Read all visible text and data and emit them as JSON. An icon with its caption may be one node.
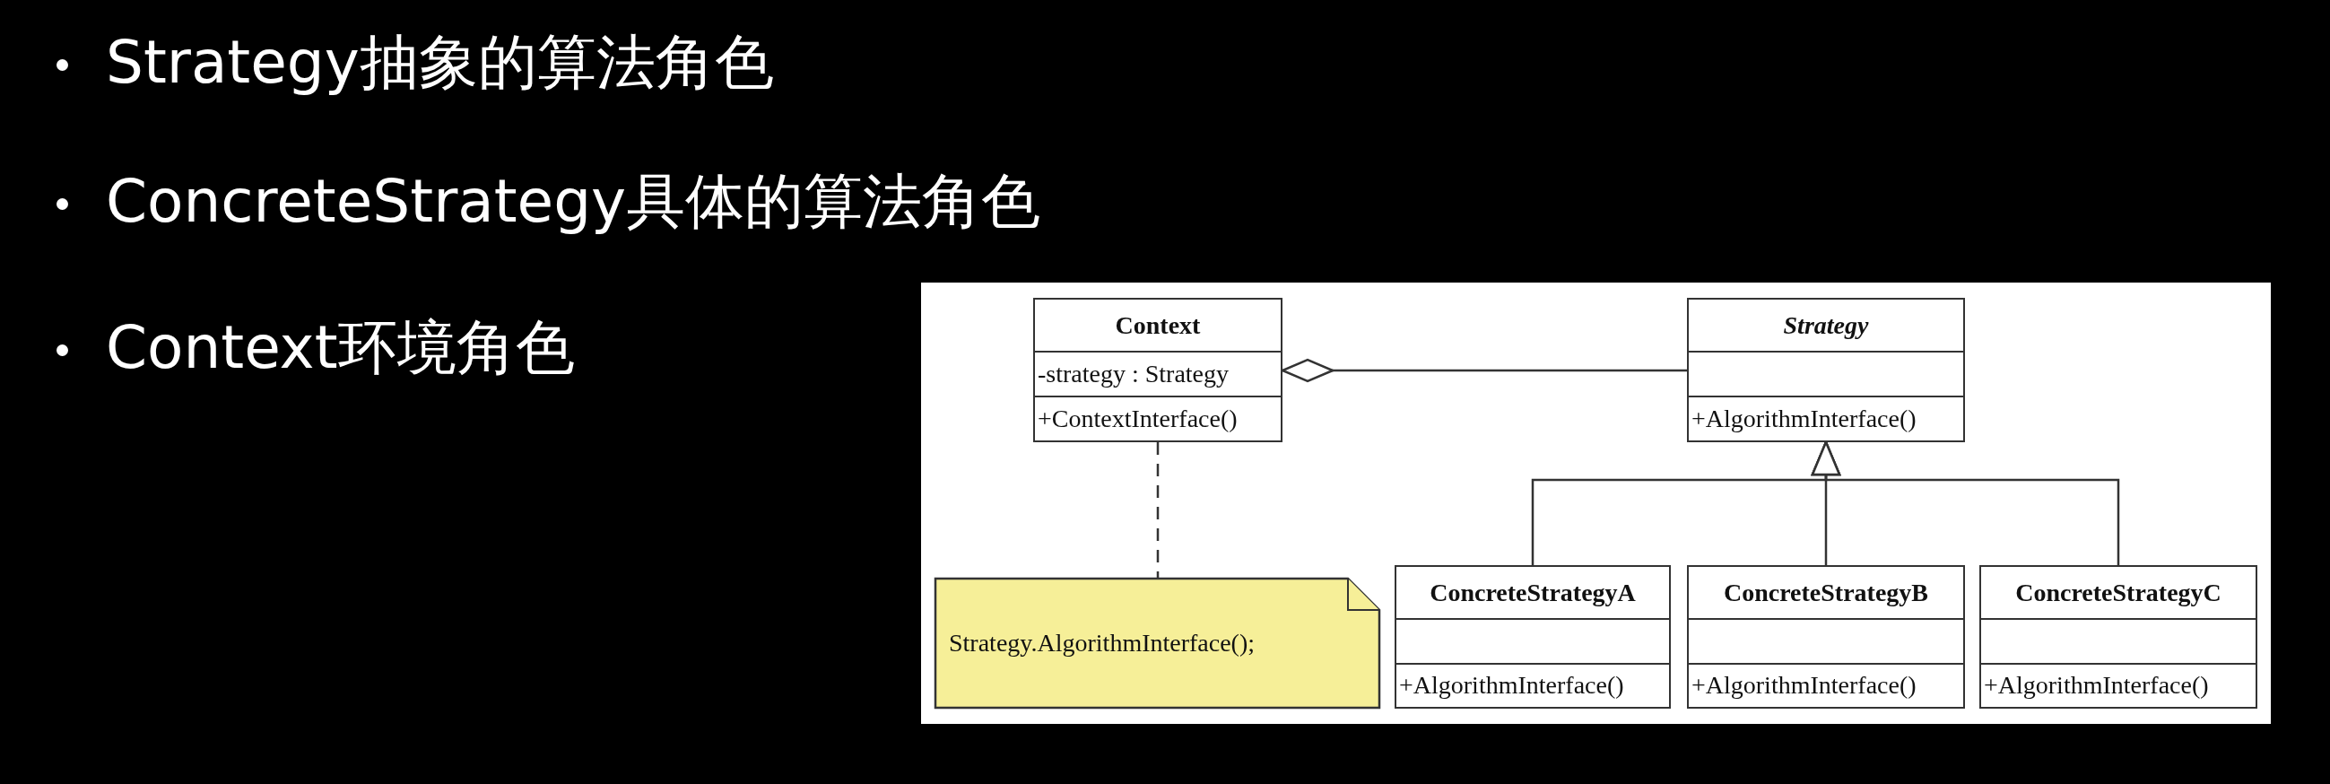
{
  "diagram": {
    "nodes": [
      {
        "text": [
          "Context",
          "-strategy : Strategy",
          "+ContextInterface()"
        ]
      },
      {
        "text": [
          "Strategy",
          "+AlgorithmInterface()"
        ]
      },
      {
        "text": [
          "Strategy.AlgorithmInterface();"
        ]
      },
      {
        "text": [
          "ConcreteStrategyA",
          "+AlgorithmInterface()"
        ]
      },
      {
        "text": [
          "ConcreteStrategyB",
          "+AlgorithmInterface()"
        ]
      },
      {
        "text": [
          "ConcreteStrategyC",
          "+AlgorithmInterface()"
        ]
      }
    ],
    "edges": [
      {
        "from": 0,
        "to": 1,
        "arrow": "other"
      },
      {
        "from": 0,
        "to": 2,
        "arrow": "none",
        "style": "dashed"
      },
      {
        "from": 3,
        "to": 1,
        "arrow": "to"
      },
      {
        "from": 4,
        "to": 1,
        "arrow": "to"
      },
      {
        "from": 5,
        "to": 1,
        "arrow": "to"
      }
    ],
    "labels": [
      "Strategy抽象的算法角色",
      "ConcreteStrategy具体的算法角色",
      "Context环境角色"
    ]
  }
}
